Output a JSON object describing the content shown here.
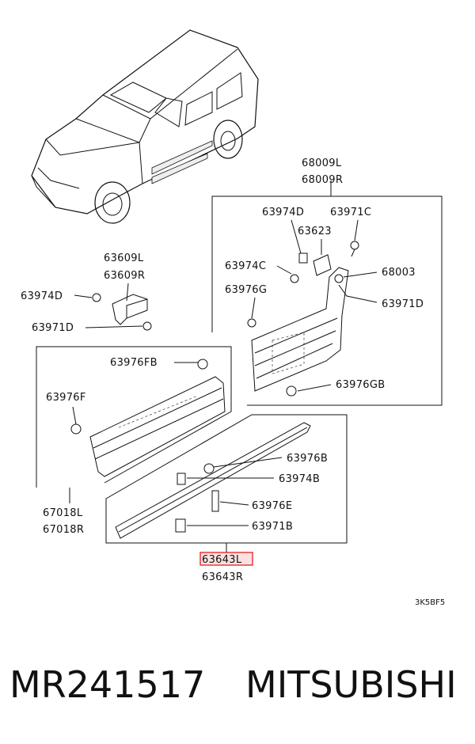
{
  "labels": {
    "l_68009L": "68009L",
    "l_68009R": "68009R",
    "l_63974D_a": "63974D",
    "l_63971C": "63971C",
    "l_63623": "63623",
    "l_63974C": "63974C",
    "l_68003": "68003",
    "l_63976G": "63976G",
    "l_63971D_a": "63971D",
    "l_63976GB": "63976GB",
    "l_63609L": "63609L",
    "l_63609R": "63609R",
    "l_63974D_b": "63974D",
    "l_63971D_b": "63971D",
    "l_63976FB": "63976FB",
    "l_63976F": "63976F",
    "l_63976B": "63976B",
    "l_63974B": "63974B",
    "l_63976E": "63976E",
    "l_63971B": "63971B",
    "l_67018L": "67018L",
    "l_67018R": "67018R",
    "l_63643L": "63643L",
    "l_63643R": "63643R"
  },
  "diagram_code": "3K5BF5",
  "footer": {
    "part_number": "MR241517",
    "brand": "MITSUBISHI"
  },
  "colors": {
    "line": "#111111",
    "highlight_box": "#e02020",
    "highlight_fill": "#fde0e0"
  }
}
